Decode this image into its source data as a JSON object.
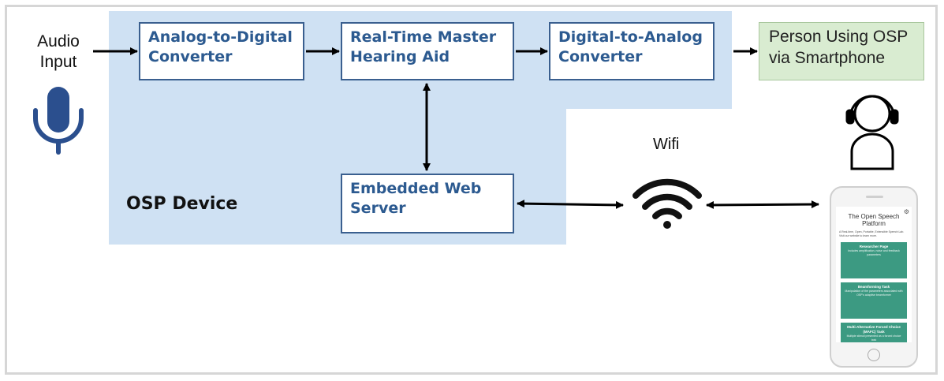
{
  "audio_input": {
    "line1": "Audio",
    "line2": "Input",
    "icon": "microphone-icon"
  },
  "device": {
    "label": "OSP Device",
    "adc": {
      "line1": "Analog-to-Digital",
      "line2": "Converter"
    },
    "rtmha": {
      "line1": "Real-Time Master",
      "line2": "Hearing Aid"
    },
    "dac": {
      "line1": "Digital-to-Analog",
      "line2": "Converter"
    },
    "ews": {
      "line1": "Embedded Web",
      "line2": "Server"
    }
  },
  "person": {
    "line1": "Person Using OSP",
    "line2": "via Smartphone",
    "icon": "person-headphones-icon"
  },
  "wifi": {
    "label": "Wifi",
    "icon": "wifi-icon"
  },
  "phone_screen": {
    "title": "The Open Speech Platform",
    "intro": "A Real-time, Open, Portable, Extensible Speech Lab. Visit our website to learn more.",
    "cards": [
      {
        "title": "Researcher Page",
        "desc": "Includes amplification, noise and feedback parameters"
      },
      {
        "title": "Beamforming Task",
        "desc": "Manipulation of the parameters associated with OSP's adaptive beamformer"
      },
      {
        "title": "Multi-Alternative Forced Choice (MAFC) Task",
        "desc": "Multiple stimuli presented as a forced choice task"
      }
    ]
  },
  "colors": {
    "device_region": "#cfe1f3",
    "box_border": "#3a5f8f",
    "box_text": "#2c5a90",
    "person_box": "#d9ecd1",
    "card": "#3c9a82",
    "icon_blue": "#2b4f8e"
  }
}
